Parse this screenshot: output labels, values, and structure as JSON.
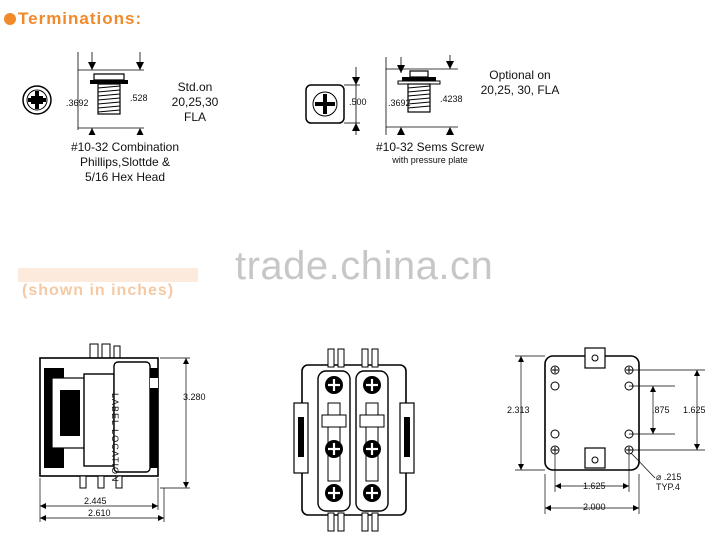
{
  "header": {
    "title": "Terminations:",
    "accent": "#f08a2a"
  },
  "screw1": {
    "dim_left": ".3692",
    "dim_right": ".528",
    "note": "Std.on 20,25,30 FLA",
    "caption_line1": "#10-32 Combination",
    "caption_line2": "Phillips,Slottde &",
    "caption_line3": "5/16 Hex Head"
  },
  "screw2": {
    "dim_head": ".500",
    "dim_left": ".3692",
    "dim_right": ".4238",
    "note": "Optional on 20,25, 30, FLA",
    "caption_line1": "#10-32 Sems Screw",
    "caption_line2": "with pressure plate"
  },
  "watermark": "trade.china.cn",
  "units_label": "(shown in inches)",
  "side_view": {
    "label_text": "LABEL LOCATION",
    "height": "3.280",
    "width_inner": "2.445",
    "width_outer": "2.610"
  },
  "bottom_view": {
    "height": "2.313",
    "inner_gap": ".875",
    "right_height": "1.625",
    "hole_spacing": "1.625",
    "width": "2.000",
    "hole_dia": "⌀ .215",
    "hole_typ": "TYP.4"
  }
}
